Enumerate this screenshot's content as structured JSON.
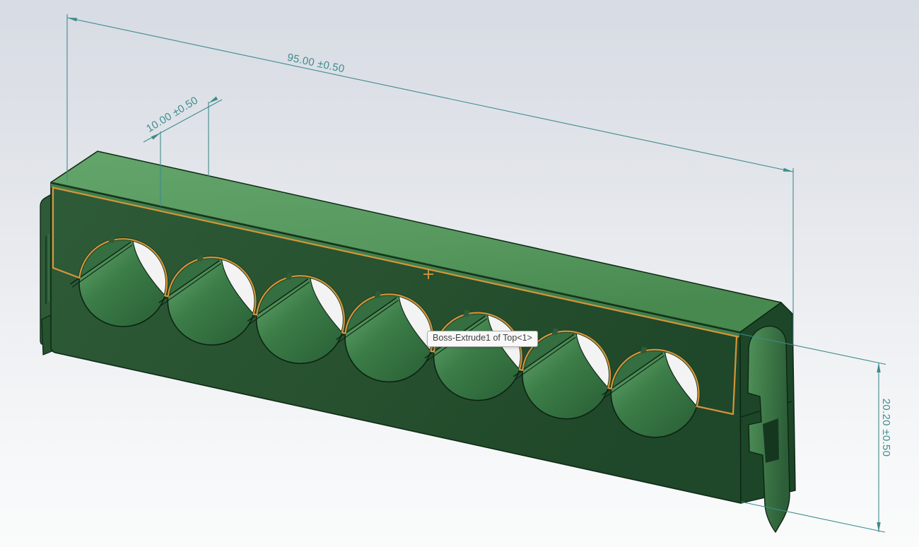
{
  "viewport": {
    "tooltip_text": "Boss-Extrude1 of Top<1>"
  },
  "dimensions": {
    "length_label": "95.00 ±0.50",
    "pitch_label": "10.00 ±0.50",
    "height_label": "20.20 ±0.50"
  },
  "model": {
    "hole_count": 7
  },
  "colors": {
    "teal": "#3e8c8d",
    "orange": "#d6953a",
    "crosshair": "#e2a23c",
    "edge": "#0c2413",
    "green_top_1": "#61a368",
    "green_top_2": "#47894f",
    "green_front_1": "#2e5b38",
    "green_front_2": "#1f4729",
    "green_chamfer": "#427f4b",
    "green_band": "#356e40",
    "green_cup_1": "#6cab72",
    "green_cup_2": "#3c7d48",
    "green_cup_3": "#2a6136",
    "green_end": "#1d4628",
    "green_latch_1": "#4f9158",
    "green_latch_2": "#2c5e37",
    "hole_white": "#f2f3f2",
    "tooltip_bg": "#f8f8f8",
    "tooltip_border": "#ababab",
    "tooltip_text_color": "#424242"
  }
}
